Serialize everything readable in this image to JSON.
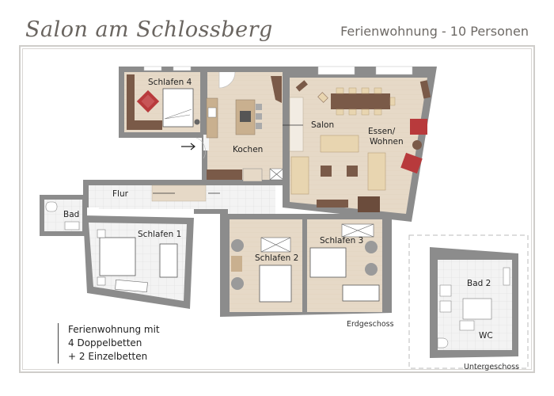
{
  "header": {
    "brand": "Salon am Schlossberg",
    "subtitle": "Ferienwohnung - 10 Personen"
  },
  "rooms": {
    "schlafen4": "Schlafen 4",
    "kochen": "Kochen",
    "salon": "Salon",
    "essen_wohnen_1": "Essen/",
    "essen_wohnen_2": "Wohnen",
    "flur": "Flur",
    "bad": "Bad",
    "schlafen1": "Schlafen 1",
    "schlafen2": "Schlafen 2",
    "schlafen3": "Schlafen 3",
    "bad2": "Bad 2",
    "wc": "WC"
  },
  "floors": {
    "ground": "Erdgeschoss",
    "basement": "Untergeschoss"
  },
  "info": {
    "line1": "Ferienwohnung mit",
    "line2": "4 Doppelbetten",
    "line3": "+ 2 Einzelbetten"
  },
  "colors": {
    "wall": "#8c8c8c",
    "wood_floor": "#e3d6c4",
    "tile_floor": "#f1f1f1",
    "furniture_dark": "#7a5a48",
    "accent_red": "#b83a3c",
    "sofa": "#e8d5b0"
  }
}
